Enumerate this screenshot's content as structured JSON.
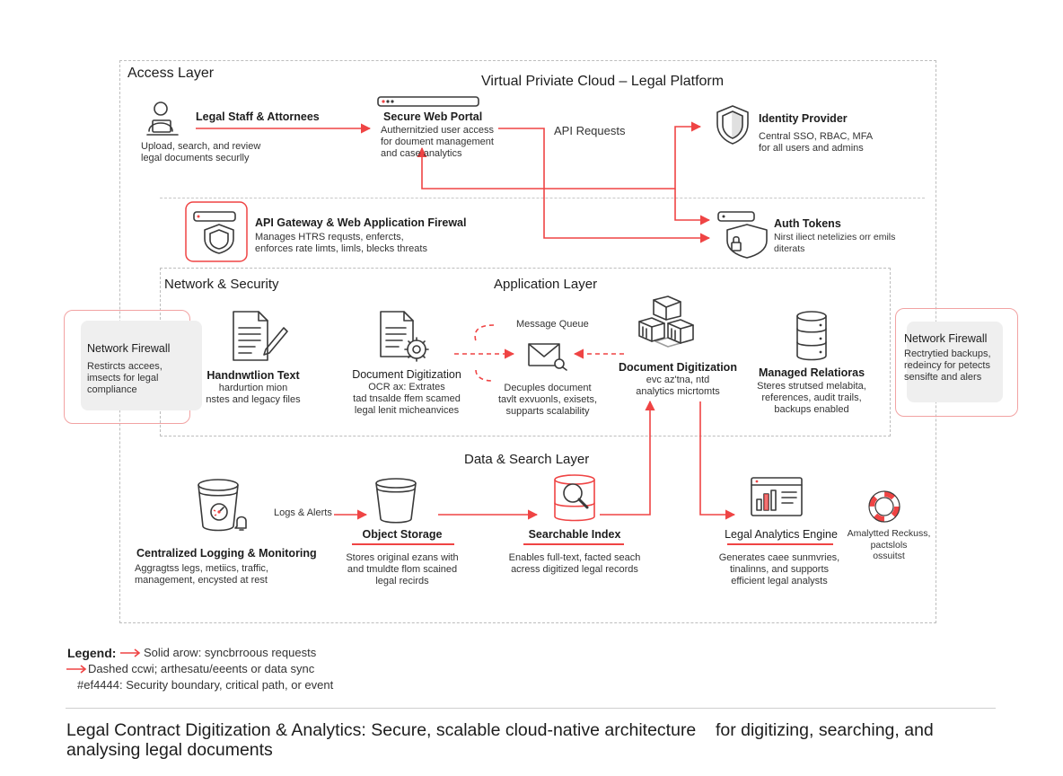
{
  "layers": {
    "access": "Access Layer",
    "vpc": "Virtual Priviate Cloud – Legal Platform",
    "network": "Network & Security",
    "application": "Application Layer",
    "data": "Data & Search Layer"
  },
  "nodes": {
    "legal_staff": {
      "title": "Legal Staff & Attornees",
      "desc": "Upload, search, and review\nlegal documents securlly"
    },
    "web_portal": {
      "title": "Secure Web Portal",
      "desc": "Authernitzied user access\nfor doument management\nand case analytics"
    },
    "api_requests": {
      "label": "API Requests"
    },
    "identity": {
      "title": "Identity Provider",
      "desc": "Central SSO, RBAC, MFA\nfor all users and admins"
    },
    "api_gateway": {
      "title": "API Gateway & Web Application Firewal",
      "desc": "Manages HTRS requsts, enfercts,\nenforces rate limts, limls, blecks threats"
    },
    "auth_tokens": {
      "title": "Auth Tokens",
      "desc": "Nirst iliect netelizies orr emils\nditerats"
    },
    "firewall_left": {
      "title": "Network Firewall",
      "desc": "Restircts accees,\nimsects for legal\ncompliance"
    },
    "firewall_right": {
      "title": "Network Firewall",
      "desc": "Rectrytied backups,\nredeincy for petects\nsensifte and alers"
    },
    "handwritten": {
      "title": "Handnwtlion Text",
      "desc": "hardurtion mion\nnstes and legacy files"
    },
    "doc_digitization_1": {
      "title": "Document Digitization",
      "desc": "OCR ax: Extrates\ntad tnsalde ffem scamed\nlegal lenit micheanvices"
    },
    "message_queue": {
      "label": "Message Queue",
      "desc": "Decuples document\ntavlt exvuonls, exisets,\nsupparts scalability"
    },
    "doc_digitization_2": {
      "title": "Document Digitization",
      "desc": "evc az'tna, ntd\nanalytics micrtomts"
    },
    "managed_relational": {
      "title": "Managed Relatioras",
      "desc": "Steres strutsed melabita,\nreferences, audit trails,\nbackups enabled"
    },
    "logging": {
      "title": "Centralized Logging & Monitoring",
      "desc": "Aggragtss legs, metiics, traffic,\nmanagement, encysted at rest"
    },
    "logs_alerts": {
      "label": "Logs & Alerts"
    },
    "object_storage": {
      "title": "Object Storage",
      "desc": "Stores original ezans with\nand tmuldte flom scained\nlegal recirds"
    },
    "search_index": {
      "title": "Searchable Index",
      "desc": "Enables full-text, facted seach\nacress digitized legal records"
    },
    "analytics_engine": {
      "title": "Legal Analytics Engine",
      "desc": "Generates caee sunmvries,\ntinalinns, and supports\nefficient legal analysts"
    },
    "analytics_results": {
      "desc": "Amalytted Reckuss,\npactslols\nossuitst"
    }
  },
  "legend": {
    "label": "Legend:",
    "solid": "Solid arow: syncbrroous requests",
    "dashed": "Dashed ccwi; arthesatu/eeents or data sync",
    "color": "#ef4444: Security boundary, critical path, or event"
  },
  "caption": "Legal Contract Digitization & Analytics: Secure, scalable cloud-native architecture    for digitizing, searching, and\nanalysing legal documents",
  "colors": {
    "accent": "#ef4444",
    "ink": "#3a3a3a",
    "boundary": "#bdbdbd"
  }
}
